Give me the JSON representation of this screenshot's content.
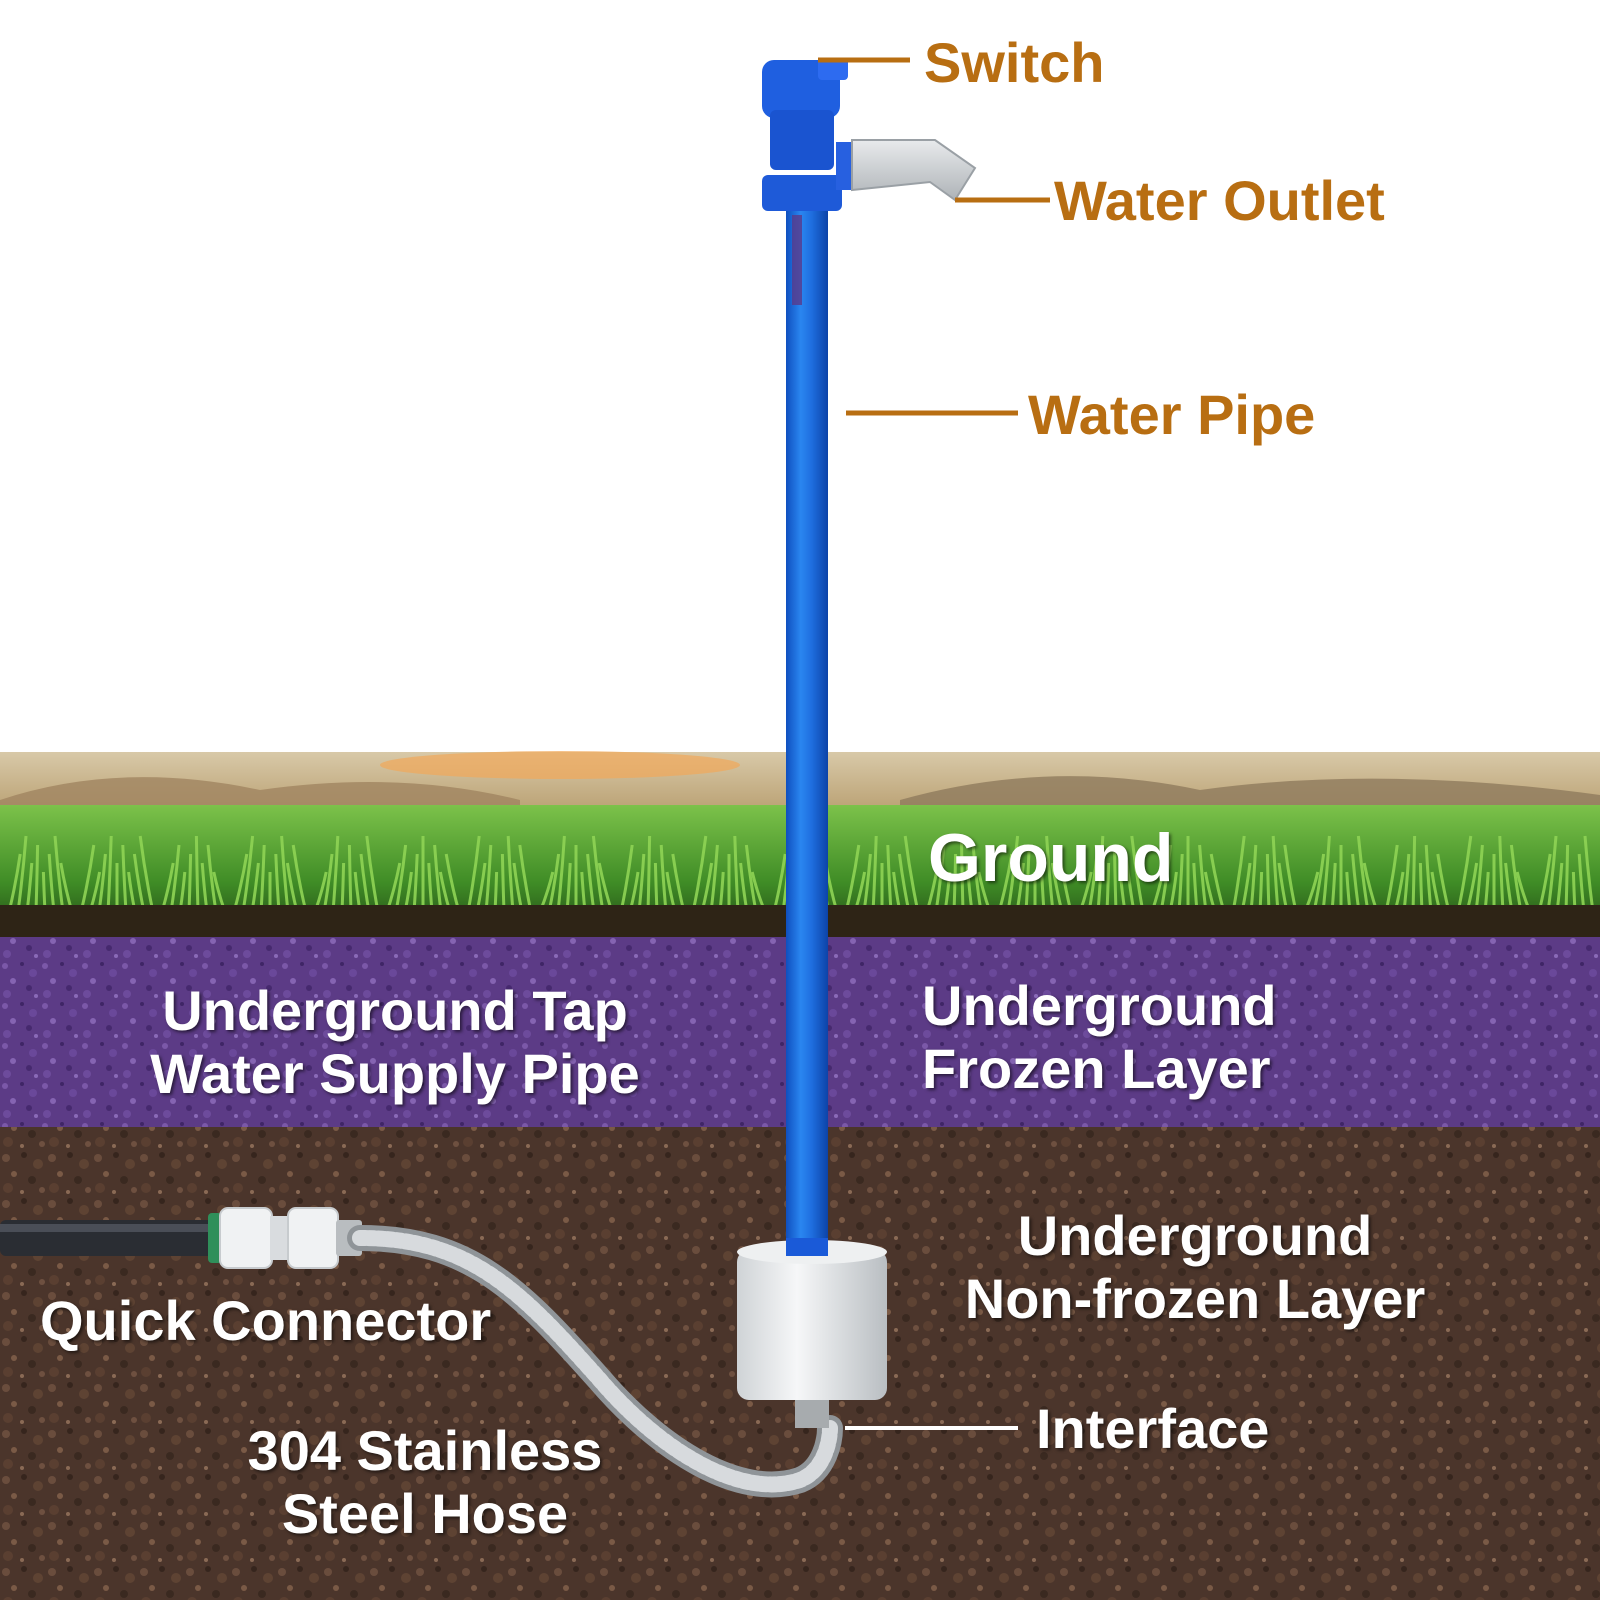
{
  "labels": {
    "switch": "Switch",
    "water_outlet": "Water Outlet",
    "water_pipe": "Water Pipe",
    "ground": "Ground",
    "supply_pipe": [
      "Underground Tap",
      "Water Supply Pipe"
    ],
    "frozen_layer": [
      "Underground",
      "Frozen Layer"
    ],
    "non_frozen_layer": [
      "Underground",
      "Non-frozen Layer"
    ],
    "quick_connector": "Quick Connector",
    "hose": [
      "304 Stainless",
      "Steel Hose"
    ],
    "interface": "Interface"
  },
  "colors": {
    "label_brown": "#b86e12",
    "pipe_blue": "#1f6fe0",
    "frozen_purple": "#5e3c86",
    "soil_brown": "#4a342a",
    "grass_green": "#4e9a2a",
    "label_white": "#ffffff"
  }
}
